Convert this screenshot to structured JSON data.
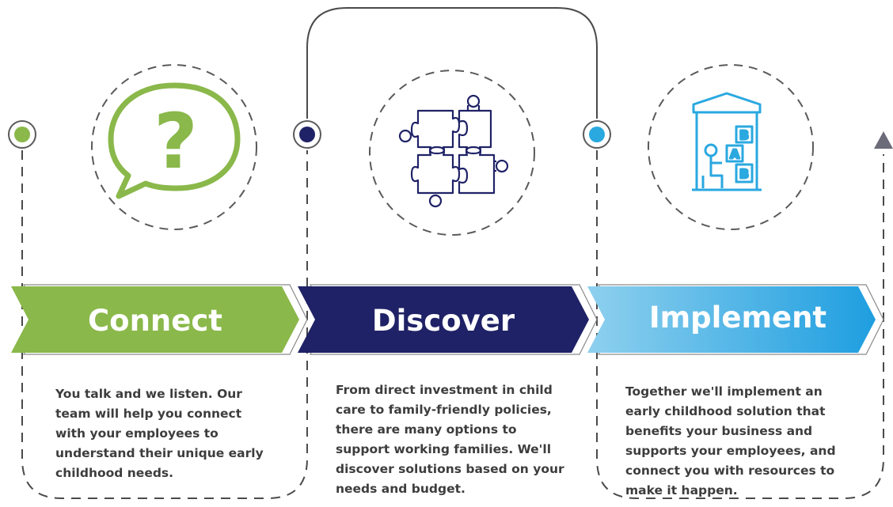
{
  "steps": [
    {
      "title": "Connect",
      "description": "You talk and we listen. Our team will help you connect with your employees to understand their unique early childhood needs.",
      "color": "#8ab84a",
      "icon": "question-bubble-icon"
    },
    {
      "title": "Discover",
      "description": "From direct investment in child care to family-friendly policies, there are many options to support working families. We'll discover solutions based on your needs and budget.",
      "color": "#1f2266",
      "icon": "puzzle-pieces-icon"
    },
    {
      "title": "Implement",
      "description": "Together we'll implement an early childhood solution that benefits your business and supports your employees, and connect you with resources to make it happen.",
      "color": "#2aa8e0",
      "icon": "child-blocks-icon"
    }
  ],
  "icon_letters": [
    "B",
    "A",
    "B"
  ]
}
